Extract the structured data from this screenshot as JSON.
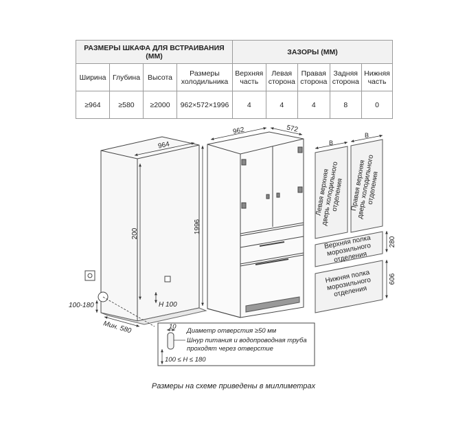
{
  "table": {
    "section_cabinet": "РАЗМЕРЫ ШКАФА ДЛЯ ВСТРАИВАНИЯ (ММ)",
    "section_gaps": "ЗАЗОРЫ (ММ)",
    "col_width": "Ширина",
    "col_depth": "Глубина",
    "col_height": "Высота",
    "col_fridge_dims_1": "Размеры",
    "col_fridge_dims_2": "холодильника",
    "col_top_1": "Верхняя",
    "col_top_2": "часть",
    "col_left_1": "Левая",
    "col_left_2": "сторона",
    "col_right_1": "Правая",
    "col_right_2": "сторона",
    "col_back_1": "Задняя",
    "col_back_2": "сторона",
    "col_bottom_1": "Нижняя",
    "col_bottom_2": "часть",
    "val_width": "≥964",
    "val_depth": "≥580",
    "val_height": "≥2000",
    "val_fridge_dims": "962×572×1996",
    "val_top": "4",
    "val_left": "4",
    "val_right": "4",
    "val_back": "8",
    "val_bottom": "0"
  },
  "cabinet": {
    "dim_width": "964",
    "dim_height": "200",
    "dim_offset": "100-180",
    "dim_h": "H 100",
    "dim_depth": "Мин. 580"
  },
  "fridge": {
    "dim_width": "962",
    "dim_depth": "572",
    "dim_height": "1996"
  },
  "panels": {
    "dim_b_left": "B",
    "dim_b_right": "B",
    "left_door_1": "Левая верхняя",
    "left_door_2": "дверь холодильного",
    "left_door_3": "отделения",
    "right_door_1": "Правая верхняя",
    "right_door_2": "дверь холодильного",
    "right_door_3": "отделения",
    "upper_shelf_1": "Верхняя полка",
    "upper_shelf_2": "морозильного",
    "upper_shelf_3": "отделения",
    "lower_shelf_1": "Нижняя полка",
    "lower_shelf_2": "морозильного",
    "lower_shelf_3": "отделения",
    "dim_280": "280",
    "dim_606": "606"
  },
  "callout": {
    "dim_10": "10",
    "hole_diameter": "Диаметр отверстия ≥50 мм",
    "cable_1": "Шнур питания и водопроводная труба",
    "cable_2": "проходят через отверстие",
    "h_range": "100 ≤ H ≤ 180"
  },
  "footnote": "Размеры на схеме приведены в миллиметрах"
}
